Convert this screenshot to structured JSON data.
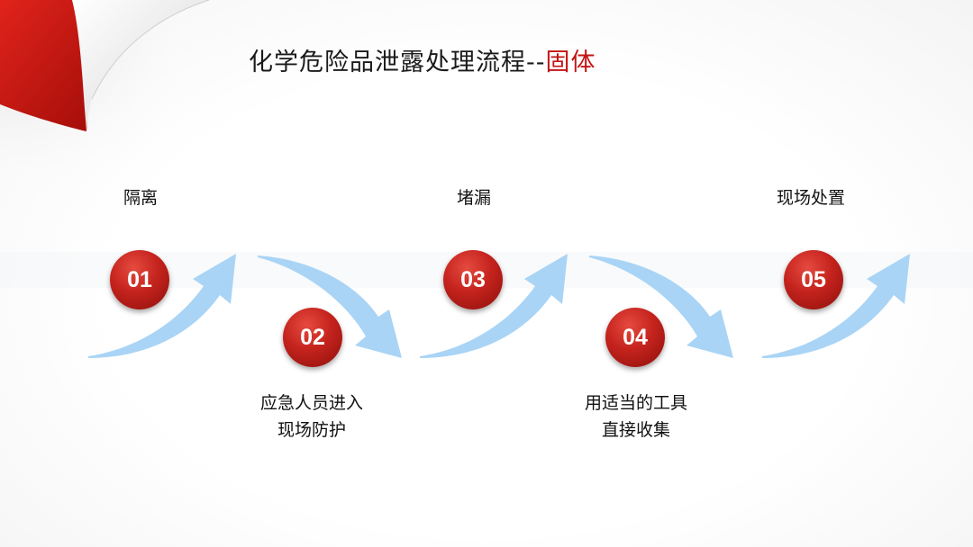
{
  "title": {
    "main": "化学危险品泄露处理流程--",
    "accent": "固体"
  },
  "steps": [
    {
      "number": "01",
      "label": "隔离"
    },
    {
      "number": "02",
      "label_line1": "应急人员进入",
      "label_line2": "现场防护"
    },
    {
      "number": "03",
      "label": "堵漏"
    },
    {
      "number": "04",
      "label_line1": "用适当的工具",
      "label_line2": "直接收集"
    },
    {
      "number": "05",
      "label": "现场处置"
    }
  ],
  "colors": {
    "accent_red": "#c41414",
    "circle_red": "#c4231d",
    "arrow_blue": "#a9d4f5"
  },
  "icons": {
    "page_curl": "page-curl-icon",
    "up_arrow": "curved-up-arrow",
    "down_arrow": "curved-down-arrow"
  }
}
